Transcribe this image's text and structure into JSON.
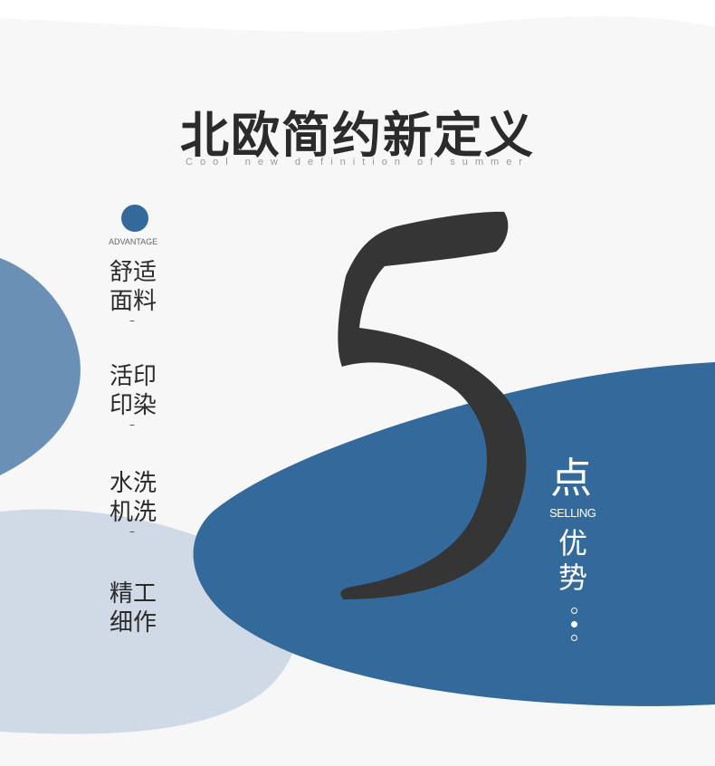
{
  "header": {
    "title": "北欧简约新定义",
    "subtitle": "Cool new definition of summer"
  },
  "left": {
    "tag": "ADVANTAGE",
    "features": [
      {
        "line1": "舒适",
        "line2": "面料",
        "dash": "–"
      },
      {
        "line1": "活印",
        "line2": "印染",
        "dash": "–"
      },
      {
        "line1": "水洗",
        "line2": "机洗",
        "dash": "–"
      },
      {
        "line1": "精工",
        "line2": "细作",
        "dash": ""
      }
    ]
  },
  "center": {
    "number": "5"
  },
  "right": {
    "char1": "点",
    "tag": "SELLING",
    "char2": "优",
    "char3": "势"
  },
  "colors": {
    "background": "#f7f7f8",
    "dark_blue": "#34699c",
    "mid_blue": "#6b90b6",
    "light_blue": "#cfdae6",
    "numeral": "#333333"
  }
}
